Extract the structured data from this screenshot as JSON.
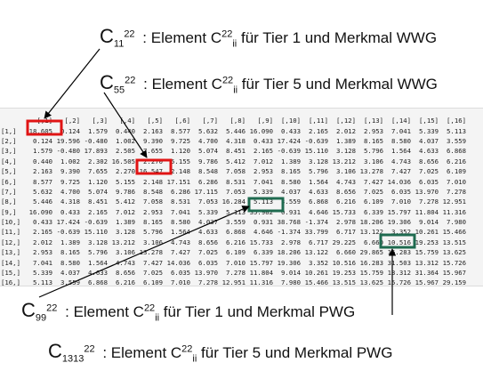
{
  "labels": [
    {
      "id": "c11",
      "sym": "C",
      "sub": "11",
      "sup": "22",
      "desc_prefix": ": Element C",
      "desc_sup": "22",
      "desc_sub": "ii",
      "desc_text": " für Tier 1 und Merkmal WWG"
    },
    {
      "id": "c55",
      "sym": "C",
      "sub": "55",
      "sup": "22",
      "desc_prefix": ": Element C",
      "desc_sup": "22",
      "desc_sub": "ii",
      "desc_text": " für Tier 5 und Merkmal WWG"
    },
    {
      "id": "c99",
      "sym": "C",
      "sub": "99",
      "sup": "22",
      "desc_prefix": ": Element C",
      "desc_sup": "22",
      "desc_sub": "ii",
      "desc_text": " für Tier 1 und Merkmal PWG"
    },
    {
      "id": "c1313",
      "sym": "C",
      "sub": "1313",
      "sup": "22",
      "desc_prefix": ": Element C",
      "desc_sup": "22",
      "desc_sub": "ii",
      "desc_text": " für Tier 5 und Merkmal PWG"
    }
  ],
  "matrix": {
    "col_headers": [
      "[,1]",
      "[,2]",
      "[,3]",
      "[,4]",
      "[,5]",
      "[,6]",
      "[,7]",
      "[,8]",
      "[,9]",
      "[,10]",
      "[,11]",
      "[,12]",
      "[,13]",
      "[,14]",
      "[,15]",
      "[,16]"
    ],
    "row_headers": [
      "[1,]",
      "[2,]",
      "[3,]",
      "[4,]",
      "[5,]",
      "[6,]",
      "[7,]",
      "[8,]",
      "[9,]",
      "[10,]",
      "[11,]",
      "[12,]",
      "[13,]",
      "[14,]",
      "[15,]",
      "[16,]"
    ],
    "rows": [
      [
        "18.605",
        "0.124",
        "1.579",
        "0.440",
        "2.163",
        "8.577",
        "5.632",
        "5.446",
        "16.090",
        "0.433",
        "2.165",
        "2.012",
        "2.953",
        "7.041",
        "5.339",
        "5.113"
      ],
      [
        "0.124",
        "19.596",
        "-0.480",
        "1.002",
        "9.390",
        "9.725",
        "4.700",
        "4.318",
        "0.433",
        "17.424",
        "-0.639",
        "1.389",
        "8.165",
        "8.580",
        "4.037",
        "3.559"
      ],
      [
        "1.579",
        "-0.480",
        "17.893",
        "2.505",
        "7.655",
        "1.120",
        "5.074",
        "8.451",
        "2.165",
        "-0.639",
        "15.110",
        "3.128",
        "5.796",
        "1.564",
        "4.633",
        "6.868"
      ],
      [
        "0.440",
        "1.002",
        "2.302",
        "16.505",
        "2.270",
        "5.155",
        "9.786",
        "5.412",
        "7.012",
        "1.389",
        "3.128",
        "13.212",
        "3.106",
        "4.743",
        "8.656",
        "6.216"
      ],
      [
        "2.163",
        "9.390",
        "7.655",
        "2.270",
        "16.547",
        "2.148",
        "8.548",
        "7.058",
        "2.953",
        "8.165",
        "5.796",
        "3.106",
        "13.278",
        "7.427",
        "7.025",
        "6.109"
      ],
      [
        "8.577",
        "9.725",
        "1.120",
        "5.155",
        "2.148",
        "17.151",
        "6.286",
        "8.531",
        "7.041",
        "8.580",
        "1.564",
        "4.743",
        "7.427",
        "14.036",
        "6.035",
        "7.010"
      ],
      [
        "5.632",
        "4.700",
        "5.074",
        "9.786",
        "8.548",
        "6.286",
        "17.115",
        "7.053",
        "5.339",
        "4.037",
        "4.633",
        "8.656",
        "7.025",
        "6.035",
        "13.970",
        "7.278"
      ],
      [
        "5.446",
        "4.318",
        "8.451",
        "5.412",
        "7.058",
        "8.531",
        "7.053",
        "16.284",
        "5.113",
        "3.559",
        "6.868",
        "6.216",
        "6.109",
        "7.010",
        "7.278",
        "12.951"
      ],
      [
        "16.090",
        "0.433",
        "2.165",
        "7.012",
        "2.953",
        "7.041",
        "5.339",
        "5.113",
        "35.982",
        "0.931",
        "4.646",
        "15.733",
        "6.339",
        "15.797",
        "11.804",
        "11.316"
      ],
      [
        "0.433",
        "17.424",
        "-0.639",
        "1.389",
        "8.165",
        "8.580",
        "4.037",
        "3.559",
        "0.931",
        "38.768",
        "-1.374",
        "2.978",
        "18.206",
        "19.306",
        "9.014",
        "7.980"
      ],
      [
        "2.165",
        "-0.639",
        "15.110",
        "3.128",
        "5.796",
        "1.564",
        "4.633",
        "6.868",
        "4.646",
        "-1.374",
        "33.799",
        "6.717",
        "13.122",
        "3.352",
        "10.261",
        "15.466"
      ],
      [
        "2.012",
        "1.389",
        "3.128",
        "13.212",
        "3.106",
        "4.743",
        "8.656",
        "6.216",
        "15.733",
        "2.978",
        "6.717",
        "29.225",
        "6.660",
        "10.516",
        "19.253",
        "13.515"
      ],
      [
        "2.953",
        "8.165",
        "5.796",
        "3.106",
        "13.278",
        "7.427",
        "7.025",
        "6.109",
        "6.339",
        "18.206",
        "13.122",
        "6.660",
        "29.865",
        "16.283",
        "15.759",
        "13.625"
      ],
      [
        "7.041",
        "8.580",
        "1.564",
        "4.743",
        "7.427",
        "14.036",
        "6.035",
        "7.010",
        "15.797",
        "19.306",
        "3.352",
        "10.516",
        "16.283",
        "31.503",
        "13.312",
        "15.726"
      ],
      [
        "5.339",
        "4.037",
        "4.633",
        "8.656",
        "7.025",
        "6.035",
        "13.970",
        "7.278",
        "11.804",
        "9.014",
        "10.261",
        "19.253",
        "15.759",
        "13.312",
        "31.364",
        "15.967"
      ],
      [
        "5.113",
        "3.559",
        "6.868",
        "6.216",
        "6.109",
        "7.010",
        "7.278",
        "12.951",
        "11.316",
        "7.980",
        "15.466",
        "13.515",
        "13.625",
        "15.726",
        "15.967",
        "29.159"
      ]
    ]
  },
  "colors": {
    "highlight_wwg": "#e01414",
    "highlight_pwg": "#1f6b50",
    "arrow": "#000000"
  }
}
